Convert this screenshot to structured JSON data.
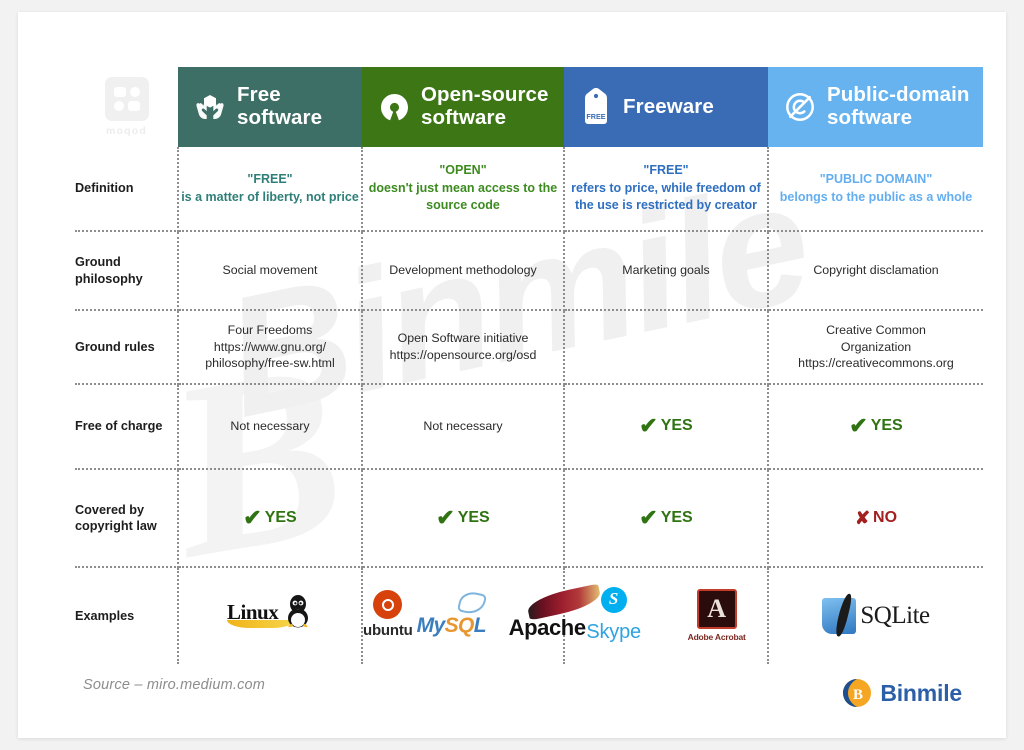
{
  "card": {
    "corner_logo": {
      "name": "moqod",
      "wordmark": "moqod"
    },
    "source_note": "Source – miro.medium.com",
    "brand": {
      "name": "Binmile",
      "accent_blue": "#2b5fa8",
      "accent_orange": "#f5a623"
    }
  },
  "table": {
    "columns": [
      {
        "key": "free",
        "title_line1": "Free",
        "title_line2": "software",
        "icon": "hands-holding-cube-icon",
        "header_bg": "#3d6f66",
        "text_color": "#2f7f78"
      },
      {
        "key": "open",
        "title_line1": "Open-source",
        "title_line2": "software",
        "icon": "open-source-initiative-icon",
        "header_bg": "#3d7615",
        "text_color": "#3d8b20"
      },
      {
        "key": "freew",
        "title_line1": "Freeware",
        "title_line2": "",
        "icon": "price-tag-free-icon",
        "header_bg": "#3a6cb5",
        "text_color": "#2f6fc0"
      },
      {
        "key": "public",
        "title_line1": "Public-domain",
        "title_line2": "software",
        "icon": "no-copyright-icon",
        "header_bg": "#66b3f0",
        "text_color": "#63aef0"
      }
    ],
    "rows": [
      {
        "label": "Definition",
        "type": "definition",
        "cells": [
          {
            "quote": "\"FREE\"",
            "text": "is a matter of liberty, not price"
          },
          {
            "quote": "\"OPEN\"",
            "text": "doesn't just mean access to the source code"
          },
          {
            "quote": "\"FREE\"",
            "text": "refers to price, while freedom of the use is restricted by creator"
          },
          {
            "quote": "\"PUBLIC DOMAIN\"",
            "text": "belongs to the public as a whole"
          }
        ]
      },
      {
        "label": "Ground philosophy",
        "type": "plain",
        "cells": [
          {
            "text": "Social movement"
          },
          {
            "text": "Development methodology"
          },
          {
            "text": "Marketing goals"
          },
          {
            "text": "Copyright disclamation"
          }
        ]
      },
      {
        "label": "Ground rules",
        "type": "lines",
        "cells": [
          {
            "lines": [
              "Four Freedoms",
              "https://www.gnu.org/",
              "philosophy/free-sw.html"
            ]
          },
          {
            "lines": [
              "Open Software initiative",
              "https://opensource.org/osd"
            ]
          },
          {
            "lines": []
          },
          {
            "lines": [
              "Creative Common",
              "Organization",
              "https://creativecommons.org"
            ]
          }
        ]
      },
      {
        "label": "Free of charge",
        "type": "verdict",
        "cells": [
          {
            "verdict": "none",
            "text": "Not necessary"
          },
          {
            "verdict": "none",
            "text": "Not necessary"
          },
          {
            "verdict": "yes",
            "text": "YES"
          },
          {
            "verdict": "yes",
            "text": "YES"
          }
        ]
      },
      {
        "label": "Covered by copyright law",
        "type": "verdict",
        "cells": [
          {
            "verdict": "yes",
            "text": "YES"
          },
          {
            "verdict": "yes",
            "text": "YES"
          },
          {
            "verdict": "yes",
            "text": "YES"
          },
          {
            "verdict": "no",
            "text": "NO"
          }
        ]
      },
      {
        "label": "Examples",
        "type": "logos",
        "cells": [
          {
            "logos": [
              "Linux"
            ]
          },
          {
            "logos": [
              "ubuntu",
              "MySQL",
              "Apache"
            ]
          },
          {
            "logos": [
              "Skype",
              "Adobe Acrobat"
            ]
          },
          {
            "logos": [
              "SQLite"
            ]
          }
        ]
      }
    ]
  },
  "watermark": {
    "text": "Binmile"
  }
}
